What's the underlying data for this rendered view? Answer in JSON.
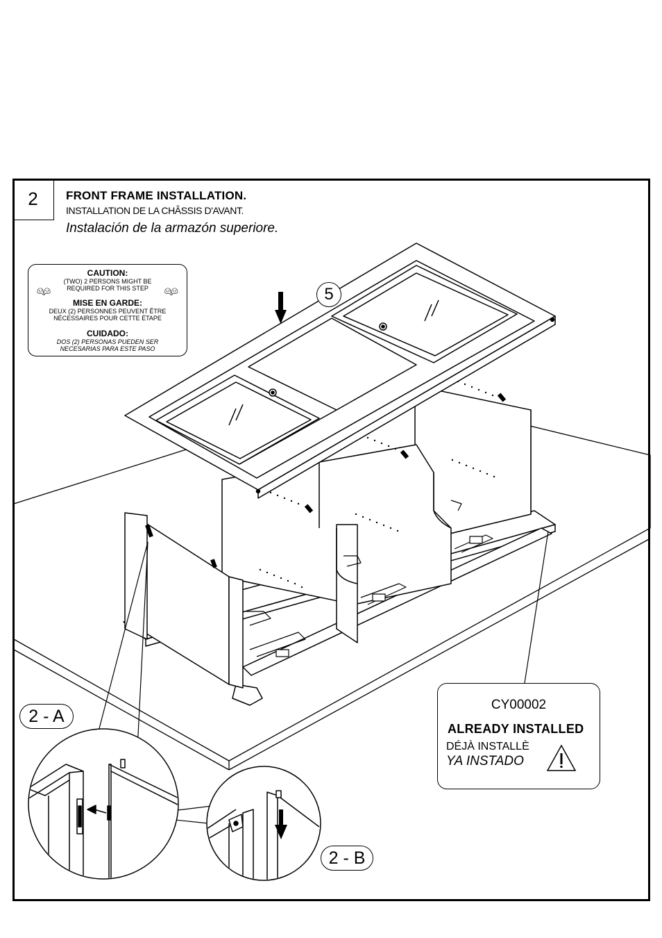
{
  "step": {
    "number": "2",
    "title_en": "FRONT FRAME INSTALLATION.",
    "title_fr": "INSTALLATION DE LA CHÂSSIS D'AVANT.",
    "title_es": "Instalación de la armazón superiore."
  },
  "caution": {
    "en_heading": "CAUTION:",
    "en_line1": "(TWO) 2 PERSONS MIGHT BE",
    "en_line2": "REQUIRED FOR THIS STEP",
    "fr_heading": "MISE EN GARDE:",
    "fr_line1": "DEUX (2) PERSONNES PEUVENT ÊTRE",
    "fr_line2": "NÉCESSAIRES POUR CETTE ÉTAPE",
    "es_heading": "CUIDADO:",
    "es_line1": "DOS (2) PERSONAS PUEDEN SER",
    "es_line2": "NECESARIAS PARA ESTE PASO",
    "person_icon": "two-persons-icon"
  },
  "parts": {
    "part_number": "5"
  },
  "already_installed": {
    "code": "CY00002",
    "en": "ALREADY INSTALLED",
    "fr": "DÉJÀ INSTALLÈ",
    "es": "YA INSTADO",
    "warning_icon": "warning-triangle-icon"
  },
  "details": {
    "a_label": "2 - A",
    "b_label": "2 - B"
  }
}
